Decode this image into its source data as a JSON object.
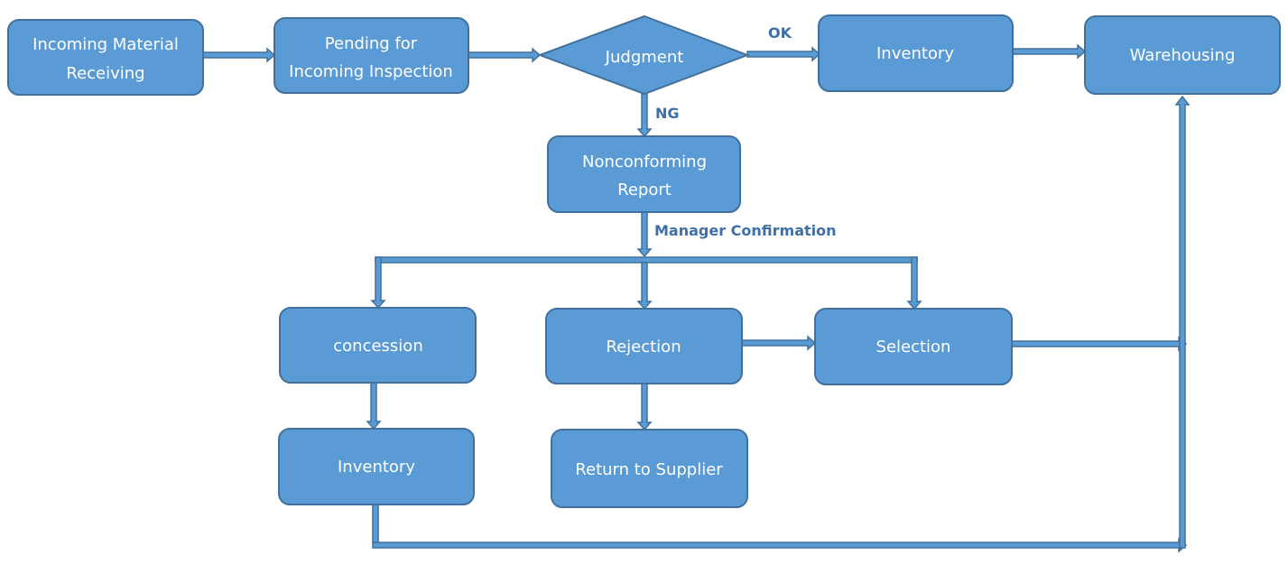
{
  "nodes": {
    "incoming_material_receiving": [
      "Incoming Material",
      "Receiving"
    ],
    "pending_inspection": [
      "Pending for",
      "Incoming Inspection"
    ],
    "judgment": [
      "Judgment"
    ],
    "inventory_ok": [
      "Inventory"
    ],
    "warehousing": [
      "Warehousing"
    ],
    "nonconforming_report": [
      "Nonconforming",
      "Report"
    ],
    "concession": [
      "concession"
    ],
    "rejection": [
      "Rejection"
    ],
    "selection": [
      "Selection"
    ],
    "inventory_concession": [
      "Inventory"
    ],
    "return_to_supplier": [
      "Return to Supplier"
    ]
  },
  "edge_labels": {
    "ok": "OK",
    "ng": "NG",
    "manager_confirmation": "Manager Confirmation"
  },
  "colors": {
    "node_fill": "#5b9bd5",
    "node_stroke": "#41719c",
    "label_text": "#3d6fa8",
    "node_text": "#ffffff"
  }
}
